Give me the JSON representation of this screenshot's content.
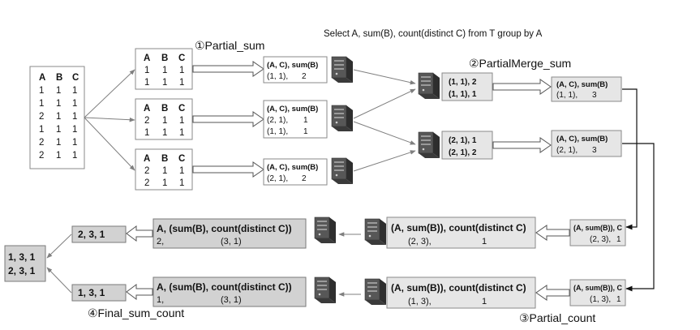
{
  "header": {
    "query": "Select A, sum(B), count(distinct C) from T group by A"
  },
  "stages": {
    "partial_sum": "①Partial_sum",
    "partial_merge_sum": "②PartialMerge_sum",
    "partial_count": "③Partial_count",
    "final_sum_count": "④Final_sum_count"
  },
  "source_table": {
    "headers": [
      "A",
      "B",
      "C"
    ],
    "rows": [
      [
        "1",
        "1",
        "1"
      ],
      [
        "1",
        "1",
        "1"
      ],
      [
        "2",
        "1",
        "1"
      ],
      [
        "1",
        "1",
        "1"
      ],
      [
        "2",
        "1",
        "1"
      ],
      [
        "2",
        "1",
        "1"
      ]
    ]
  },
  "partitions": [
    {
      "headers": [
        "A",
        "B",
        "C"
      ],
      "rows": [
        [
          "1",
          "1",
          "1"
        ],
        [
          "1",
          "1",
          "1"
        ]
      ]
    },
    {
      "headers": [
        "A",
        "B",
        "C"
      ],
      "rows": [
        [
          "2",
          "1",
          "1"
        ],
        [
          "1",
          "1",
          "1"
        ]
      ]
    },
    {
      "headers": [
        "A",
        "B",
        "C"
      ],
      "rows": [
        [
          "2",
          "1",
          "1"
        ],
        [
          "2",
          "1",
          "1"
        ]
      ]
    }
  ],
  "partial_results": [
    {
      "header": "(A, C), sum(B)",
      "rows": [
        [
          "(1, 1),",
          "2"
        ]
      ]
    },
    {
      "header": "(A, C), sum(B)",
      "rows": [
        [
          "(2, 1),",
          "1"
        ],
        [
          "(1, 1),",
          "1"
        ]
      ]
    },
    {
      "header": "(A, C), sum(B)",
      "rows": [
        [
          "(2, 1),",
          "2"
        ]
      ]
    }
  ],
  "merge_inputs": [
    {
      "rows": [
        "(1, 1), 2",
        "(1, 1), 1"
      ]
    },
    {
      "rows": [
        "(2, 1), 1",
        "(2, 1), 2"
      ]
    }
  ],
  "merge_results": [
    {
      "header": "(A, C), sum(B)",
      "row": [
        "(1, 1),",
        "3"
      ]
    },
    {
      "header": "(A, C), sum(B)",
      "row": [
        "(2, 1),",
        "3"
      ]
    }
  ],
  "count_inputs": [
    {
      "header": "(A, sum(B)), C",
      "row": [
        "(2, 3),",
        "1"
      ]
    },
    {
      "header": "(A, sum(B)), C",
      "row": [
        "(1, 3),",
        "1"
      ]
    }
  ],
  "count_results": [
    {
      "header": "(A, sum(B)), count(distinct C)",
      "row": [
        "(2, 3),",
        "1"
      ]
    },
    {
      "header": "(A, sum(B)), count(distinct C)",
      "row": [
        "(1, 3),",
        "1"
      ]
    }
  ],
  "final_groups": [
    {
      "header": "A, (sum(B), count(distinct C))",
      "row": [
        "2,",
        "(3, 1)"
      ]
    },
    {
      "header": "A, (sum(B), count(distinct C))",
      "row": [
        "1,",
        "(3, 1)"
      ]
    }
  ],
  "outputs": [
    "2, 3, 1",
    "1, 3, 1"
  ],
  "final_result": [
    "1, 3, 1",
    "2, 3, 1"
  ],
  "colors": {
    "white_box": "#ffffff",
    "light_box": "#e6e6e6",
    "dark_box": "#d2d2d2",
    "line": "#7f7f7f",
    "server": "#4a4a4a"
  },
  "icons": {
    "node": "server-tower-icon",
    "data_flow": "hollow-arrow-icon"
  }
}
